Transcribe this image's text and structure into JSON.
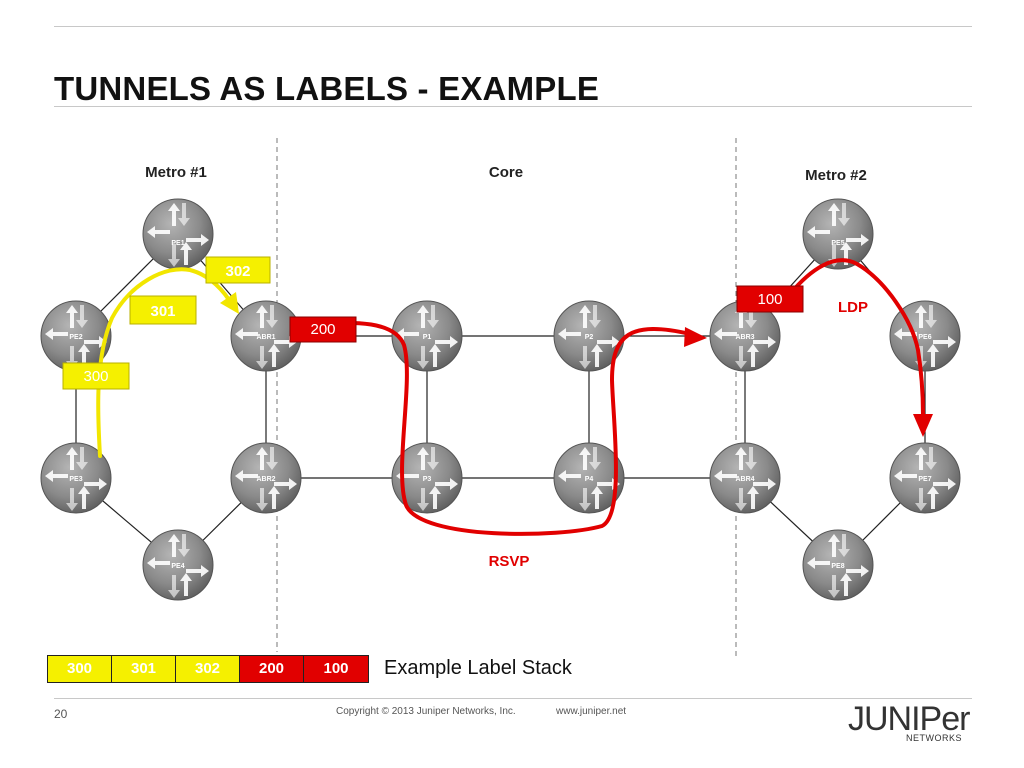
{
  "slide": {
    "title": "TUNNELS AS LABELS - EXAMPLE",
    "page_number": "20",
    "copyright": "Copyright © 2013 Juniper Networks, Inc.",
    "website": "www.juniper.net"
  },
  "logo": {
    "word": "JUNIPer",
    "sub": "NETWORKS"
  },
  "regions": {
    "metro1": "Metro #1",
    "core": "Core",
    "metro2": "Metro #2"
  },
  "protocols": {
    "ldp": "LDP",
    "rsvp": "RSVP"
  },
  "routers": {
    "pe1": "PE1",
    "pe2": "PE2",
    "pe3": "PE3",
    "pe4": "PE4",
    "abr1": "ABR1",
    "abr2": "ABR2",
    "p1": "P1",
    "p2": "P2",
    "p3": "P3",
    "p4": "P4",
    "abr3": "ABR3",
    "abr4": "ABR4",
    "pe5": "PE5",
    "pe6": "PE6",
    "pe7": "PE7",
    "pe8": "PE8"
  },
  "diagram_labels": {
    "l300": "300",
    "l301": "301",
    "l302": "302",
    "l200": "200",
    "l100": "100"
  },
  "label_stack": {
    "cells": [
      "300",
      "301",
      "302",
      "200",
      "100"
    ],
    "caption": "Example Label Stack"
  },
  "colors": {
    "yellow_label": "#f5f000",
    "red_label": "#e10000",
    "yellow_path": "#f2e600",
    "red_path": "#e10000"
  }
}
